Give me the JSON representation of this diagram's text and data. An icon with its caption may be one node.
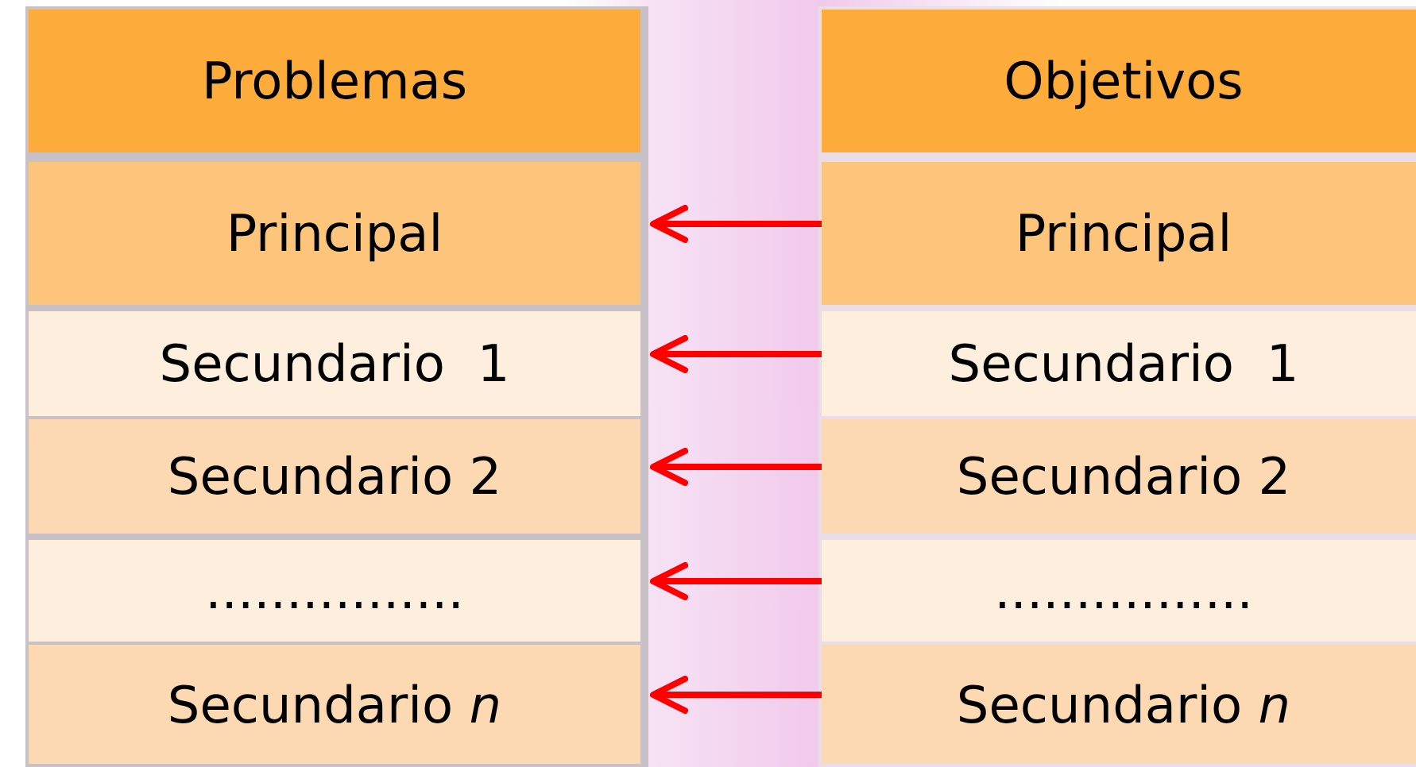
{
  "diagram": {
    "nodes": [
      {
        "text": [
          "Problemas"
        ]
      },
      {
        "text": [
          "Principal"
        ]
      },
      {
        "text": [
          "Secundario  1"
        ]
      },
      {
        "text": [
          "Secundario 2"
        ]
      },
      {
        "text": [
          "................"
        ]
      },
      {
        "text": [
          "Secundario *n*"
        ]
      },
      {
        "text": [
          "Objetivos"
        ]
      },
      {
        "text": [
          "Principal"
        ]
      },
      {
        "text": [
          "Secundario  1"
        ]
      },
      {
        "text": [
          "Secundario 2"
        ]
      },
      {
        "text": [
          "................"
        ]
      },
      {
        "text": [
          "Secundario *n*"
        ]
      }
    ],
    "edges": [
      {
        "from": 7,
        "to": 1,
        "arrow": "to",
        "color": "#ff0000"
      },
      {
        "from": 8,
        "to": 2,
        "arrow": "to",
        "color": "#ff0000"
      },
      {
        "from": 9,
        "to": 3,
        "arrow": "to",
        "color": "#ff0000"
      },
      {
        "from": 10,
        "to": 4,
        "arrow": "to",
        "color": "#ff0000"
      },
      {
        "from": 11,
        "to": 5,
        "arrow": "to",
        "color": "#ff0000"
      }
    ]
  }
}
